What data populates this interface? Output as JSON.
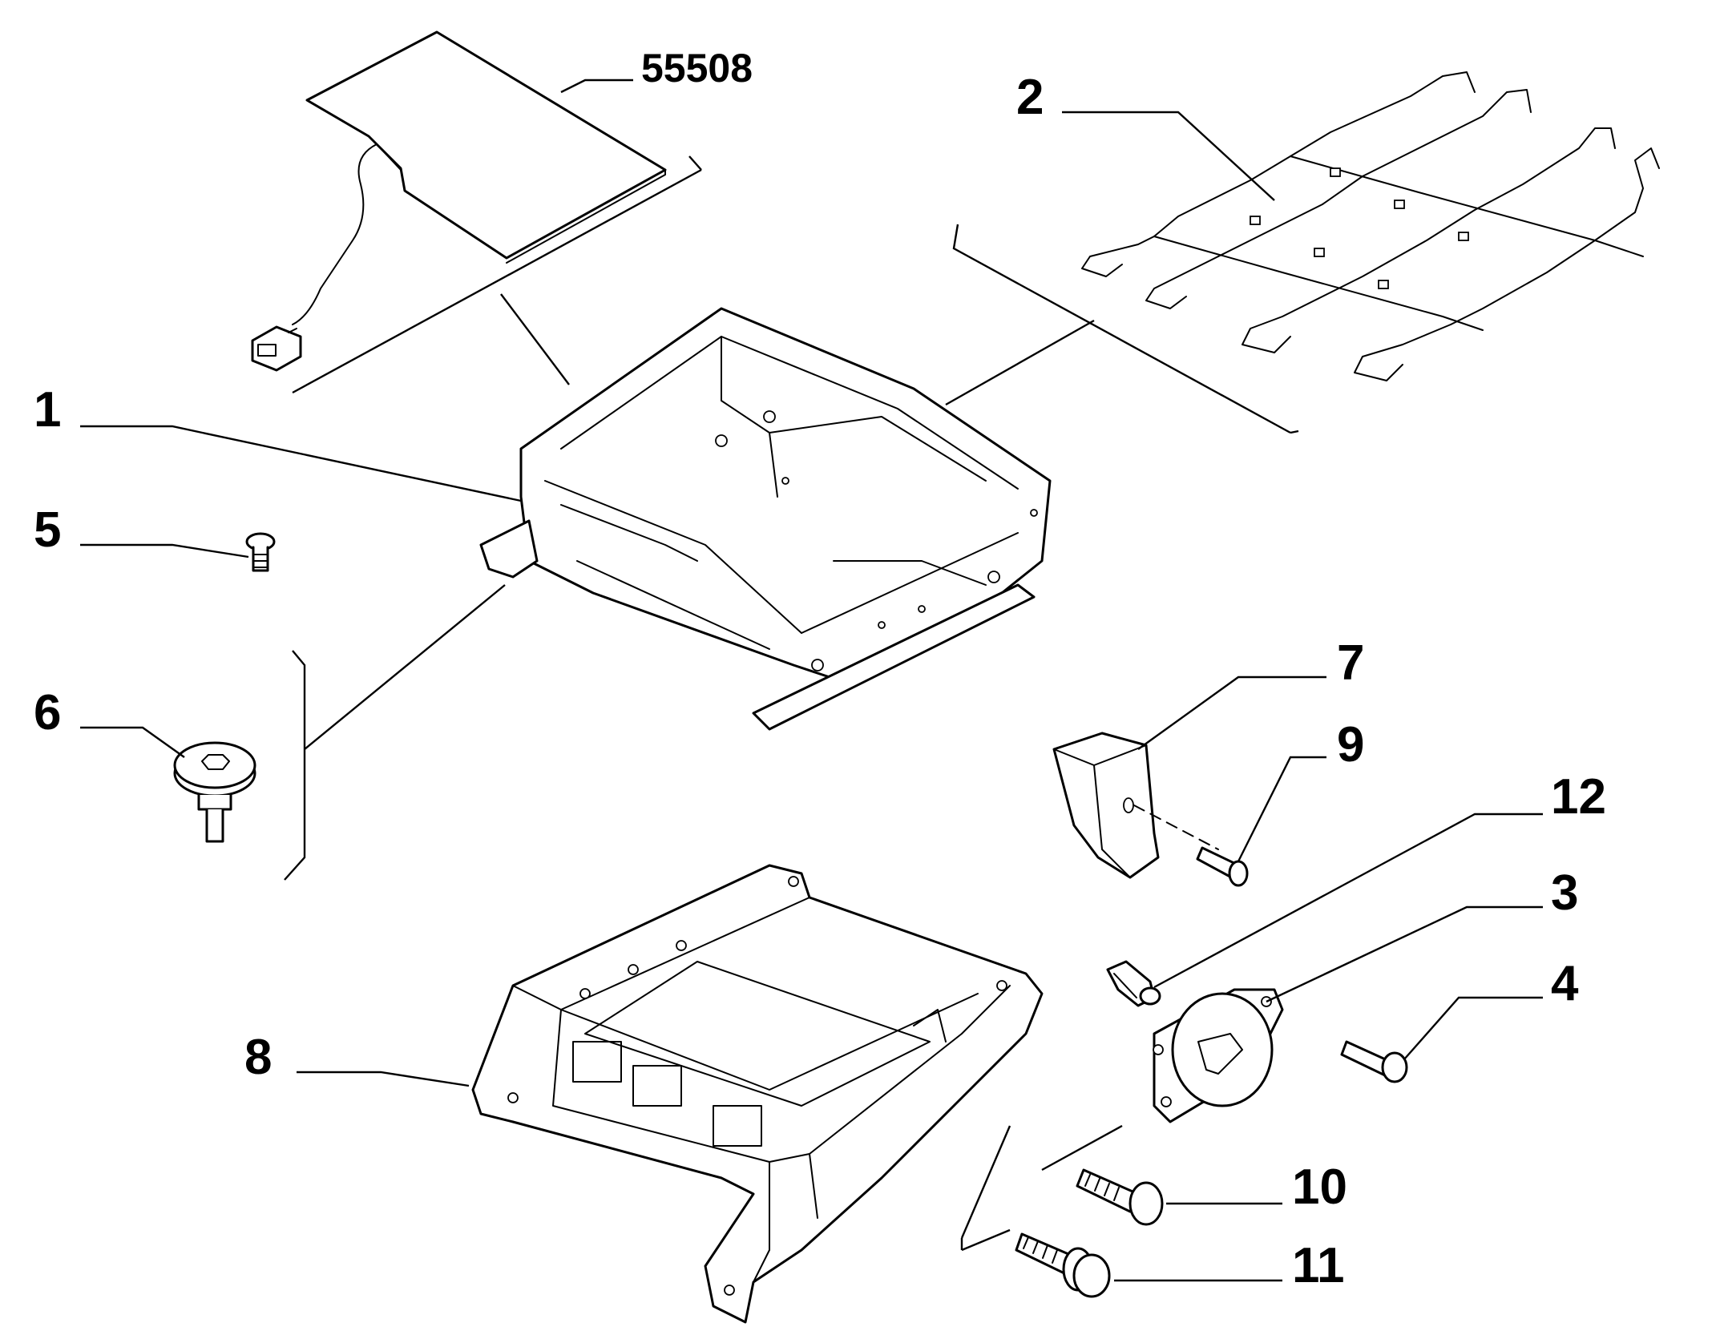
{
  "callouts": {
    "p55508": "55508",
    "p1": "1",
    "p2": "2",
    "p3": "3",
    "p4": "4",
    "p5": "5",
    "p6": "6",
    "p7": "7",
    "p8": "8",
    "p9": "9",
    "p10": "10",
    "p11": "11",
    "p12": "12"
  }
}
